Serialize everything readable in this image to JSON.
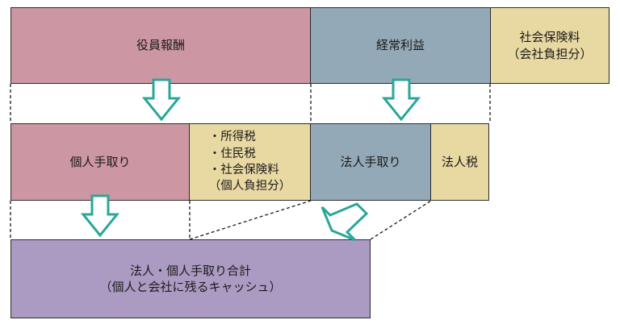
{
  "row1": {
    "yakuin_housyu": "役員報酬",
    "keijou_rieki": "経常利益",
    "shakai_hoken_company_line1": "社会保険料",
    "shakai_hoken_company_line2": "（会社負担分）"
  },
  "row2": {
    "kojin_tedori": "個人手取り",
    "taxes": [
      "・所得税",
      "・住民税",
      "・社会保険料",
      "（個人負担分）"
    ],
    "houjin_tedori": "法人手取り",
    "houjin_zei": "法人税"
  },
  "row3": {
    "total_line1": "法人・個人手取り合計",
    "total_line2": "（個人と会社に残るキャッシュ）"
  },
  "colors": {
    "pink": "#cc97a2",
    "blue": "#94a9b7",
    "tan": "#e8d8a2",
    "purple": "#ab9bc3",
    "arrow": "#2aa79a"
  }
}
